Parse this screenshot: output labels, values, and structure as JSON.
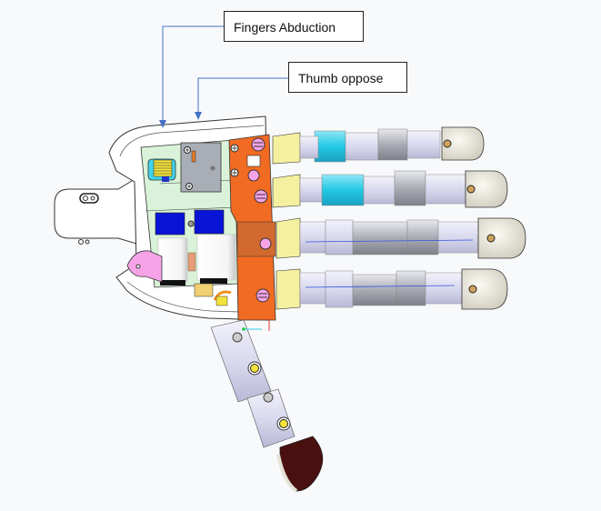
{
  "diagram": {
    "subject": "Robotic hand mechanical assembly (top view)",
    "annotations": [
      {
        "id": "fingers-abduction",
        "label": "Fingers Abduction"
      },
      {
        "id": "thumb-oppose",
        "label": "Thumb oppose"
      }
    ],
    "colors": {
      "background": "#f8f9fb",
      "arrow": "#4472c4",
      "palm_plate": "#d9f2d9",
      "motor_block": "#0a14d6",
      "abduction_plate": "#f26b22",
      "finger_base": "#f5f0a0",
      "finger_link_cyan": "#22c9e6",
      "finger_link_gray": "#b0b3ba",
      "fingertip": "#ece9dc",
      "thumb_tip": "#4a0f0f",
      "pink_parts": "#f7a3e8"
    },
    "fingers": [
      {
        "name": "index",
        "has_cyan_link": true
      },
      {
        "name": "middle",
        "has_cyan_link": true
      },
      {
        "name": "ring",
        "has_cyan_link": false
      },
      {
        "name": "little",
        "has_cyan_link": false
      }
    ]
  }
}
